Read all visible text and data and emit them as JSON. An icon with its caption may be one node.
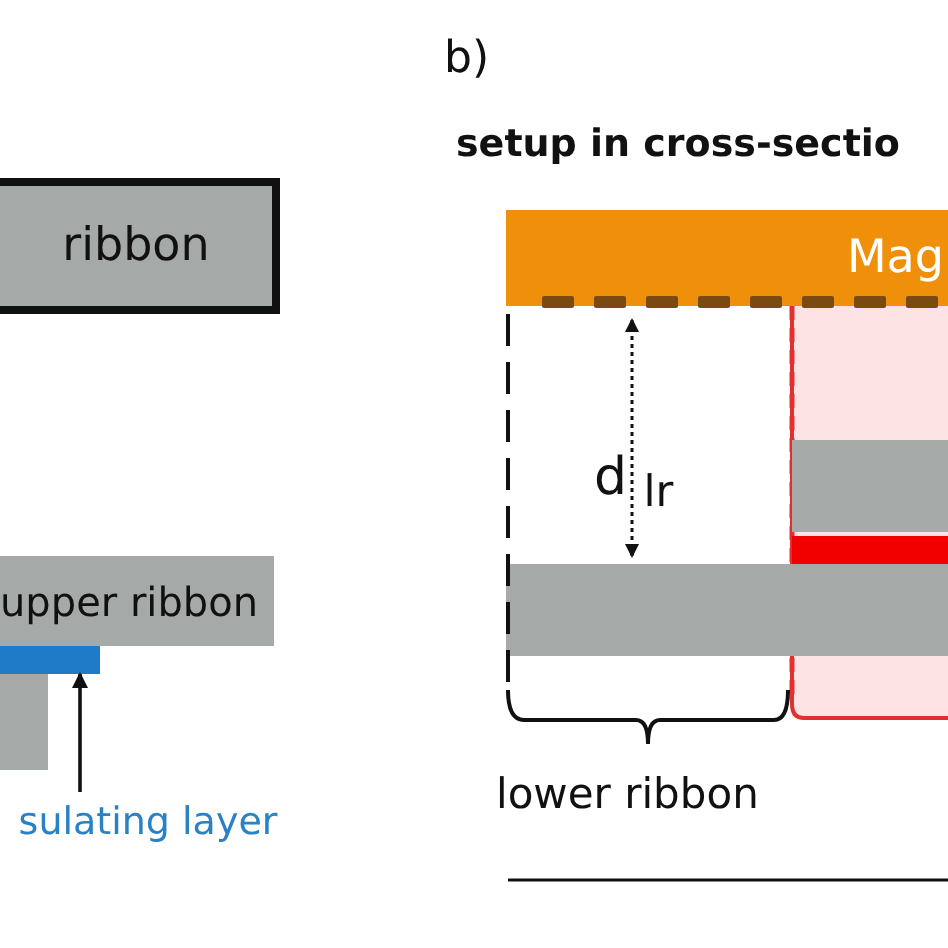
{
  "diagram": {
    "title": "setup in cross-sectio",
    "nodes": [
      {
        "text": [
          "ribbon"
        ]
      },
      {
        "text": [
          "Mag"
        ]
      },
      {
        "text": [
          "upper ribbon"
        ]
      },
      {
        "text": [],
        "shape": "bar"
      },
      {
        "text": [
          "sulating layer"
        ]
      }
    ],
    "edges": [
      {
        "from": 4,
        "to": 3,
        "arrow": "to"
      }
    ],
    "labels": [
      "b)",
      "d $_{lr}$",
      "lower ribbon"
    ]
  }
}
